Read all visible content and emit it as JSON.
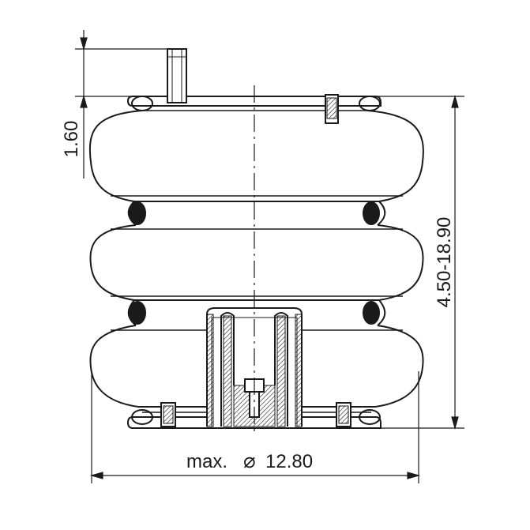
{
  "dimensions": {
    "top_plate_thickness": "1.60",
    "height_range": "4.50-18.90",
    "max_diameter_prefix": "max.",
    "diameter_symbol": "⌀",
    "max_diameter_value": "12.80"
  },
  "colors": {
    "line": "#1a1a1a",
    "background": "#ffffff"
  }
}
